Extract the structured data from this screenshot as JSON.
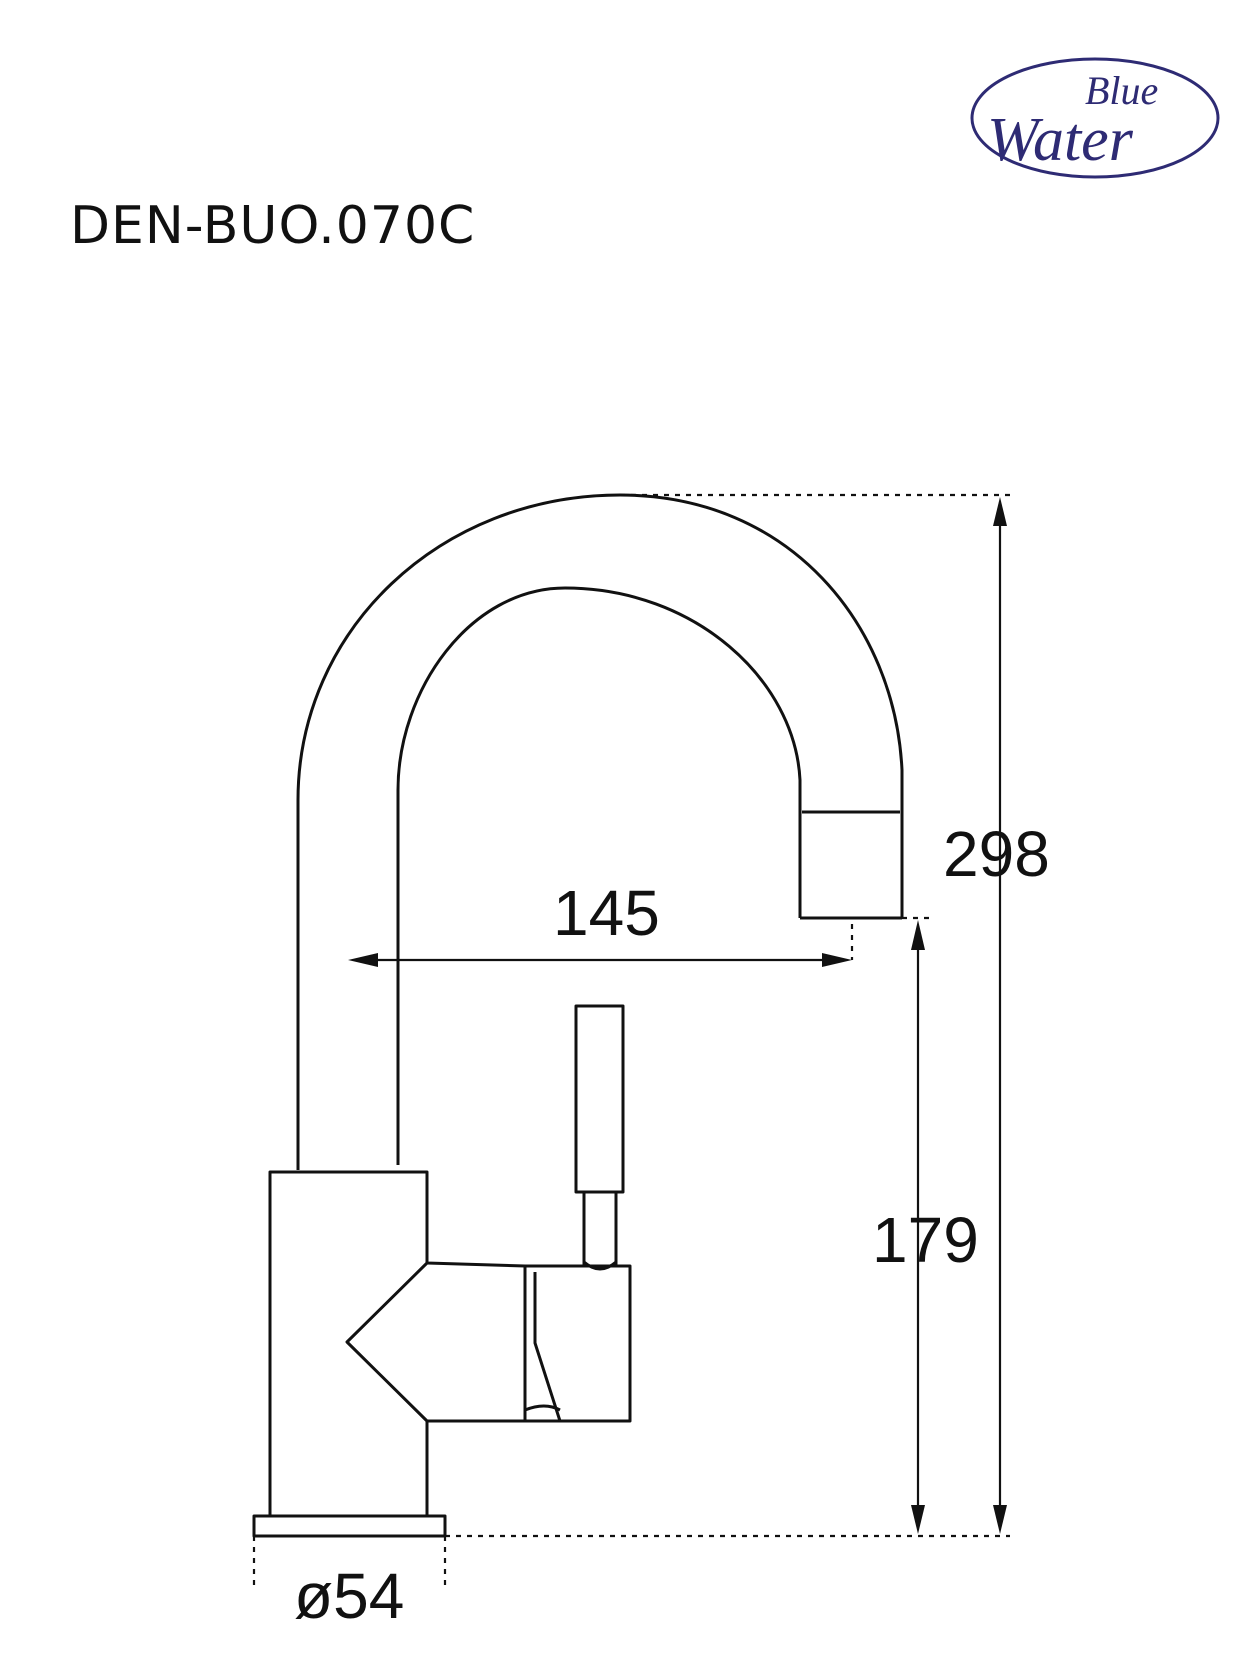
{
  "brand": {
    "logo_line1": "Blue",
    "logo_line2": "Water",
    "color": "#2e2b74"
  },
  "model_code": "DEN-BUO.070C",
  "dimensions": {
    "total_height": "298",
    "spout_height": "179",
    "spout_reach": "145",
    "base_diameter": "ø54"
  },
  "drawing": {
    "line_color": "#111111"
  }
}
